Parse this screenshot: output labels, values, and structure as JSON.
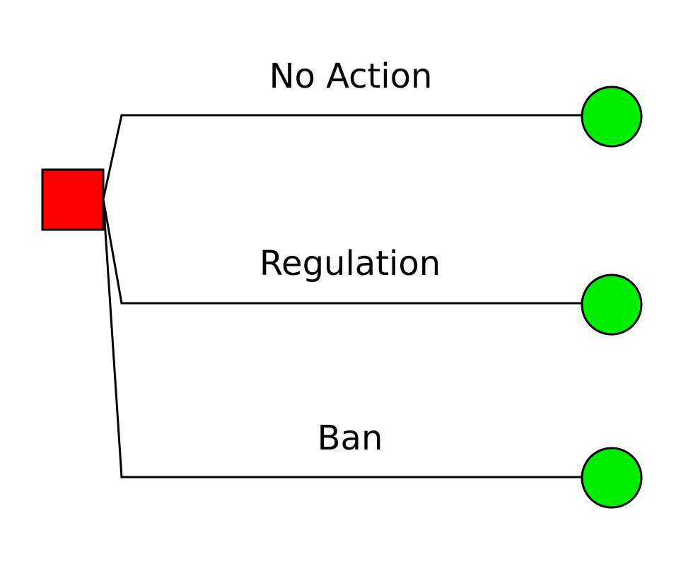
{
  "diagram": {
    "type": "decision-tree",
    "colors": {
      "decision_node": "#ff0000",
      "chance_node": "#00ee00",
      "line": "#000000",
      "background": "#ffffff"
    },
    "decision_node": {
      "shape": "square",
      "label": ""
    },
    "branches": [
      {
        "label": "No Action",
        "end_node": "circle"
      },
      {
        "label": "Regulation",
        "end_node": "circle"
      },
      {
        "label": "Ban",
        "end_node": "circle"
      }
    ]
  }
}
